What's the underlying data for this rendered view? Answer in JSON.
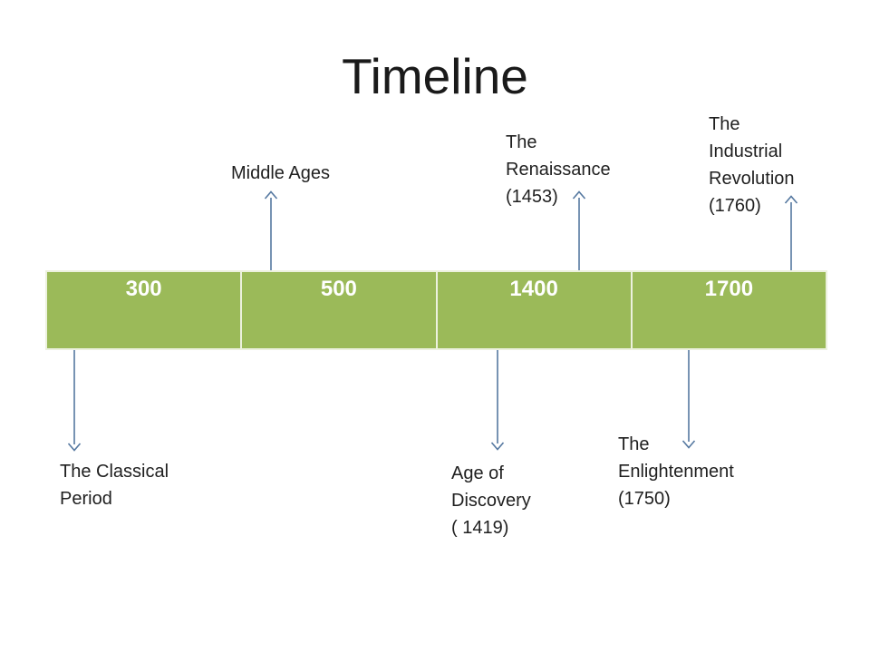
{
  "title": "Timeline",
  "colors": {
    "background": "#ffffff",
    "bar_fill": "#9bba59",
    "bar_divider": "#ecf1de",
    "bar_text": "#ffffff",
    "arrow": "#5578a0",
    "label_text": "#1f1f1f",
    "title_text": "#1a1a1a"
  },
  "timeline": {
    "segments": [
      {
        "year": "300"
      },
      {
        "year": "500"
      },
      {
        "year": "1400"
      },
      {
        "year": "1700"
      }
    ],
    "events_above": [
      {
        "label": "Middle Ages",
        "lines": [
          "Middle Ages"
        ]
      },
      {
        "label": "The Renaissance (1453)",
        "lines": [
          "The",
          "Renaissance",
          "(1453)"
        ]
      },
      {
        "label": "The Industrial Revolution (1760)",
        "lines": [
          "The",
          "Industrial",
          "Revolution",
          "(1760)"
        ]
      }
    ],
    "events_below": [
      {
        "label": "The Classical Period",
        "lines": [
          "The Classical",
          "Period"
        ]
      },
      {
        "label": "Age of Discovery ( 1419)",
        "lines": [
          "Age of",
          "Discovery",
          "( 1419)"
        ]
      },
      {
        "label": "The Enlightenment (1750)",
        "lines": [
          "The",
          "Enlightenment",
          "(1750)"
        ]
      }
    ]
  }
}
